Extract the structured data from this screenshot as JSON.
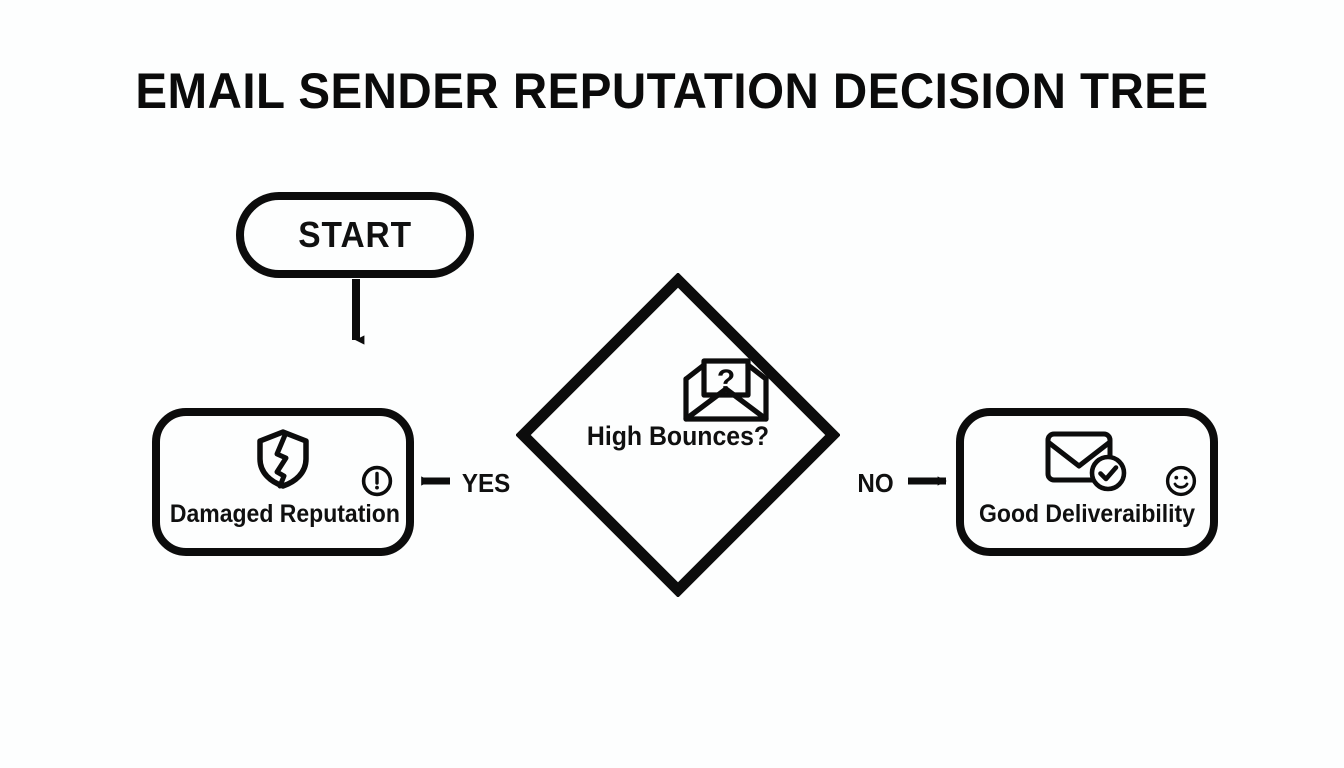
{
  "page": {
    "title": "EMAIL SENDER REPUTATION DECISION TREE",
    "background_color": "#fdfefe",
    "stroke_color": "#0c0c0c",
    "text_color": "#101010"
  },
  "diagram": {
    "type": "flowchart",
    "orientation": "horizontal-branching",
    "nodes": [
      {
        "id": "start",
        "shape": "pill",
        "label": "START",
        "icons": []
      },
      {
        "id": "decision",
        "shape": "diamond",
        "label": "High Bounces?",
        "icons": [
          "envelope-question-icon"
        ]
      },
      {
        "id": "damaged",
        "shape": "rounded-rectangle",
        "label": "Damaged Reputation",
        "icons": [
          "cracked-shield-icon",
          "warning-exclamation-icon"
        ]
      },
      {
        "id": "good",
        "shape": "rounded-rectangle",
        "label": "Good Deliveraibility",
        "icons": [
          "envelope-check-icon",
          "smiley-face-icon"
        ]
      }
    ],
    "edges": [
      {
        "id": "start-to-decision",
        "from": "start",
        "to": "decision",
        "label": "",
        "direction": "down"
      },
      {
        "id": "decision-to-damaged",
        "from": "decision",
        "to": "damaged",
        "label": "YES",
        "direction": "left"
      },
      {
        "id": "decision-to-good",
        "from": "decision",
        "to": "good",
        "label": "NO",
        "direction": "right"
      }
    ]
  }
}
